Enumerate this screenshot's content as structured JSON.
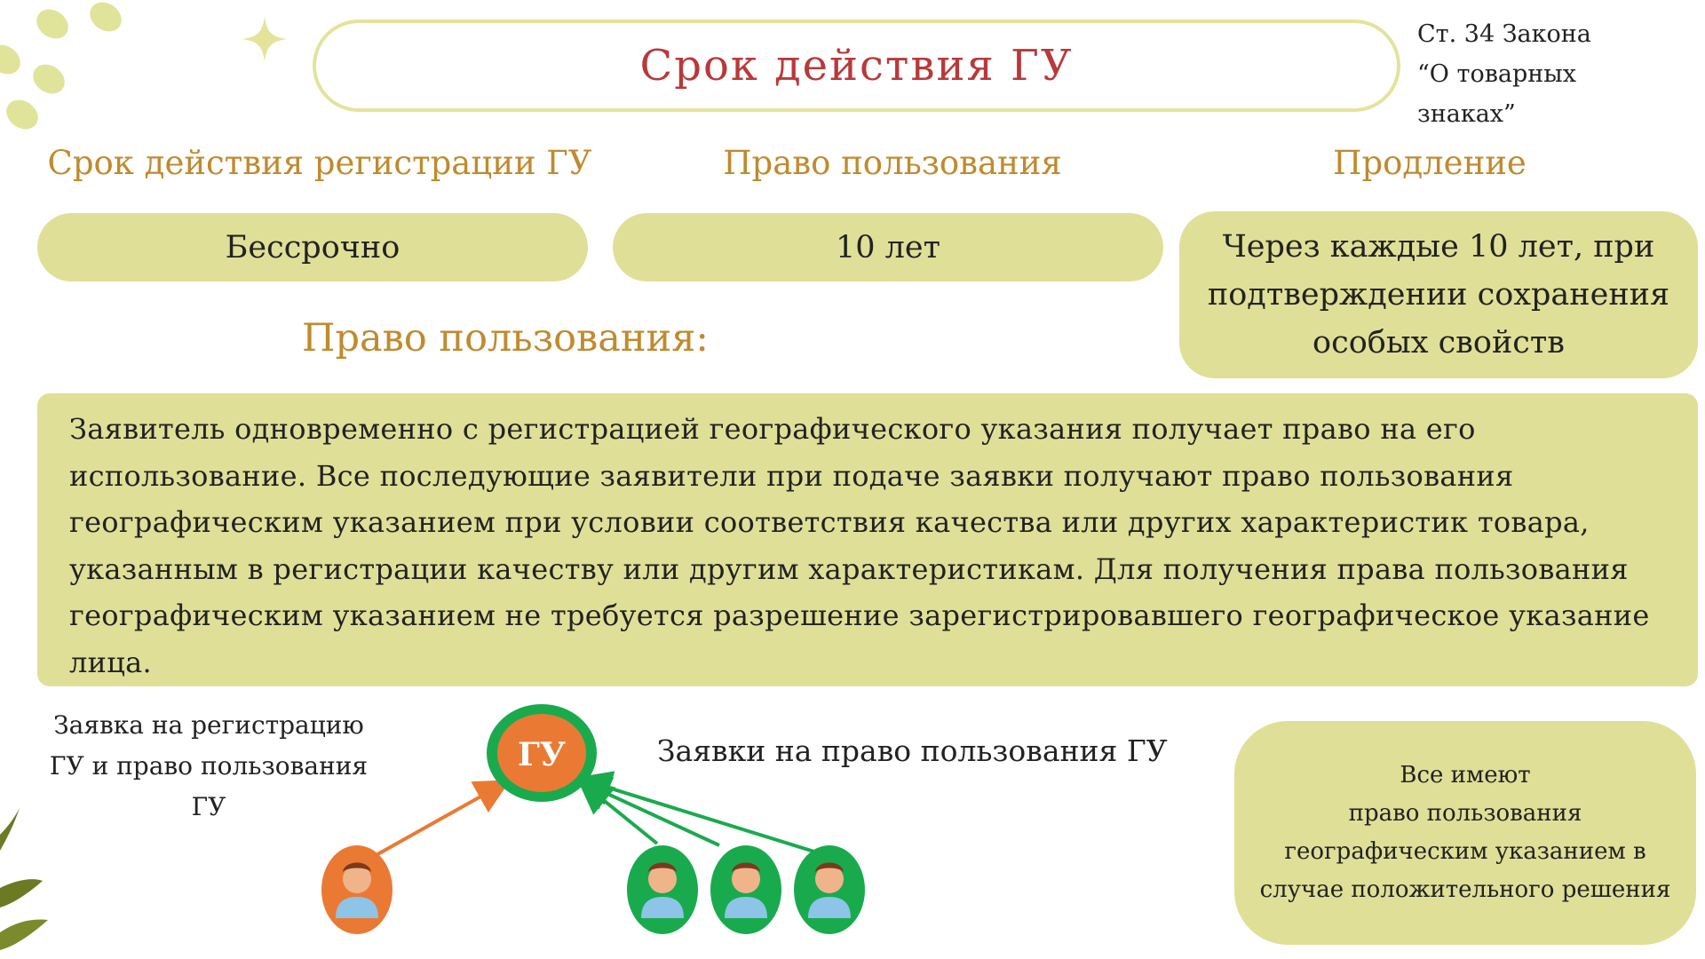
{
  "title": "Срок действия ГУ",
  "law_reference": [
    "Ст. 34 Закона",
    "“О товарных",
    "знаках”"
  ],
  "columns": [
    {
      "heading": "Срок действия регистрации ГУ",
      "value": "Бессрочно"
    },
    {
      "heading": "Право пользования",
      "value": "10 лет"
    },
    {
      "heading": "Продление",
      "value_lines": [
        "Через каждые 10 лет, при",
        "подтверждении сохранения",
        "особых свойств"
      ]
    }
  ],
  "usage_heading": "Право пользования:",
  "usage_description": "Заявитель одновременно с регистрацией географического указания получает право на его использование. Все последующие заявители при подаче заявки получают право пользования географическим указанием при условии соответствия качества или других характеристик товара, указанным в регистрации качеству или другим характеристикам. Для получения права пользования географическим указанием не требуется разрешение зарегистрировавшего географическое указание лица.",
  "diagram": {
    "left_caption": [
      "Заявка на регистрацию",
      "ГУ и право пользования",
      "ГУ"
    ],
    "center_label": "ГУ",
    "right_caption": "Заявки на право пользования ГУ",
    "colors": {
      "primary": "#ea7a33",
      "secondary": "#1aaa4e"
    }
  },
  "summary_note": [
    "Все имеют",
    "право пользования",
    "географическим указанием в",
    "случае положительного решения"
  ],
  "colors": {
    "accent_fill": "#dfdf98",
    "title_red": "#b8393a",
    "heading_gold": "#c08a2e"
  }
}
